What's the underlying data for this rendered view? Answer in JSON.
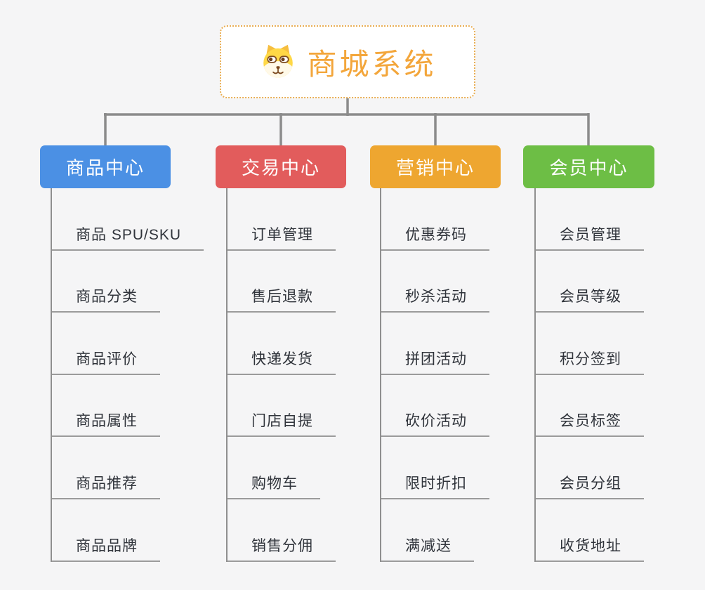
{
  "root": {
    "label": "商城系统",
    "icon": "shiba-dog-icon",
    "accent": "#F3A63B",
    "border_color": "#E9AE54",
    "background": "#FFFFFF"
  },
  "connector_color": "#8B8B8B",
  "leaf_underline_color": "#9B9B9B",
  "leaf_text_color": "#30343B",
  "branches": [
    {
      "label": "商品中心",
      "color": "#4B90E4",
      "items": [
        "商品 SPU/SKU",
        "商品分类",
        "商品评价",
        "商品属性",
        "商品推荐",
        "商品品牌"
      ]
    },
    {
      "label": "交易中心",
      "color": "#E25C5C",
      "items": [
        "订单管理",
        "售后退款",
        "快递发货",
        "门店自提",
        "购物车",
        "销售分佣"
      ]
    },
    {
      "label": "营销中心",
      "color": "#EEA630",
      "items": [
        "优惠券码",
        "秒杀活动",
        "拼团活动",
        "砍价活动",
        "限时折扣",
        "满减送"
      ]
    },
    {
      "label": "会员中心",
      "color": "#6DBE45",
      "items": [
        "会员管理",
        "会员等级",
        "积分签到",
        "会员标签",
        "会员分组",
        "收货地址"
      ]
    }
  ]
}
